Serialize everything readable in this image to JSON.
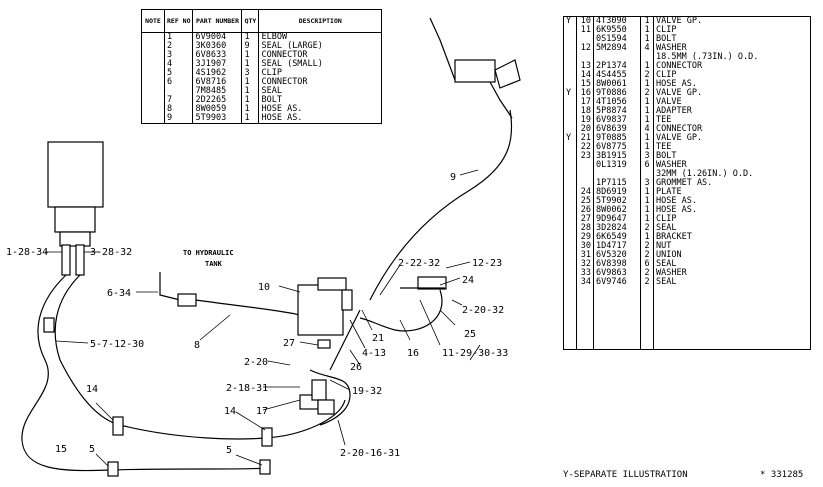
{
  "small_table": {
    "headers": [
      "NOTE",
      "REF NO",
      "PART NUMBER",
      "QTY",
      "DESCRIPTION"
    ],
    "rows": [
      {
        "note": "",
        "ref": "1",
        "part": "6V9004",
        "qty": "1",
        "desc": "ELBOW"
      },
      {
        "note": "",
        "ref": "2",
        "part": "3K0360",
        "qty": "9",
        "desc": "SEAL (LARGE)"
      },
      {
        "note": "",
        "ref": "3",
        "part": "6V8633",
        "qty": "1",
        "desc": "CONNECTOR"
      },
      {
        "note": "",
        "ref": "4",
        "part": "3J1907",
        "qty": "1",
        "desc": "SEAL (SMALL)"
      },
      {
        "note": "",
        "ref": "5",
        "part": "4S1962",
        "qty": "3",
        "desc": "CLIP"
      },
      {
        "note": "",
        "ref": "6",
        "part": "6V8716",
        "qty": "1",
        "desc": "CONNECTOR"
      },
      {
        "note": "",
        "ref": "",
        "part": "7M8485",
        "qty": "1",
        "desc": "SEAL"
      },
      {
        "note": "",
        "ref": "7",
        "part": "2D2265",
        "qty": "1",
        "desc": "BOLT"
      },
      {
        "note": "",
        "ref": "8",
        "part": "8W0059",
        "qty": "1",
        "desc": "HOSE AS."
      },
      {
        "note": "",
        "ref": "9",
        "part": "5T9903",
        "qty": "1",
        "desc": "HOSE AS."
      }
    ]
  },
  "big_table": {
    "rows": [
      {
        "note": "Y",
        "ref": "10",
        "part": "4T3090",
        "qty": "1",
        "desc": "VALVE GP."
      },
      {
        "note": "",
        "ref": "11",
        "part": "6K9550",
        "qty": "1",
        "desc": "CLIP"
      },
      {
        "note": "",
        "ref": "",
        "part": "0S1594",
        "qty": "1",
        "desc": "BOLT"
      },
      {
        "note": "",
        "ref": "12",
        "part": "5M2894",
        "qty": "4",
        "desc": "WASHER"
      },
      {
        "note": "",
        "ref": "",
        "part": "",
        "qty": "",
        "desc": "18.5MM (.73IN.) O.D."
      },
      {
        "note": "",
        "ref": "13",
        "part": "2P1374",
        "qty": "1",
        "desc": "CONNECTOR"
      },
      {
        "note": "",
        "ref": "14",
        "part": "4S4455",
        "qty": "2",
        "desc": "CLIP"
      },
      {
        "note": "",
        "ref": "15",
        "part": "8W0061",
        "qty": "1",
        "desc": "HOSE AS."
      },
      {
        "note": "Y",
        "ref": "16",
        "part": "9T0886",
        "qty": "2",
        "desc": "VALVE GP."
      },
      {
        "note": "",
        "ref": "17",
        "part": "4T1056",
        "qty": "1",
        "desc": "VALVE"
      },
      {
        "note": "",
        "ref": "18",
        "part": "5P8874",
        "qty": "1",
        "desc": "ADAPTER"
      },
      {
        "note": "",
        "ref": "19",
        "part": "6V9837",
        "qty": "1",
        "desc": "TEE"
      },
      {
        "note": "",
        "ref": "20",
        "part": "6V8639",
        "qty": "4",
        "desc": "CONNECTOR"
      },
      {
        "note": "Y",
        "ref": "21",
        "part": "9T0885",
        "qty": "1",
        "desc": "VALVE GP."
      },
      {
        "note": "",
        "ref": "22",
        "part": "6V8775",
        "qty": "1",
        "desc": "TEE"
      },
      {
        "note": "",
        "ref": "23",
        "part": "3B1915",
        "qty": "3",
        "desc": "BOLT"
      },
      {
        "note": "",
        "ref": "",
        "part": "0L1319",
        "qty": "6",
        "desc": "WASHER"
      },
      {
        "note": "",
        "ref": "",
        "part": "",
        "qty": "",
        "desc": "32MM (1.26IN.) O.D."
      },
      {
        "note": "",
        "ref": "",
        "part": "1P7115",
        "qty": "3",
        "desc": "GROMMET AS."
      },
      {
        "note": "",
        "ref": "24",
        "part": "8D6919",
        "qty": "1",
        "desc": "PLATE"
      },
      {
        "note": "",
        "ref": "25",
        "part": "5T9902",
        "qty": "1",
        "desc": "HOSE AS."
      },
      {
        "note": "",
        "ref": "26",
        "part": "8W0062",
        "qty": "1",
        "desc": "HOSE AS."
      },
      {
        "note": "",
        "ref": "27",
        "part": "9D9647",
        "qty": "1",
        "desc": "CLIP"
      },
      {
        "note": "",
        "ref": "28",
        "part": "3D2824",
        "qty": "2",
        "desc": "SEAL"
      },
      {
        "note": "",
        "ref": "29",
        "part": "6K6549",
        "qty": "1",
        "desc": "BRACKET"
      },
      {
        "note": "",
        "ref": "30",
        "part": "1D4717",
        "qty": "2",
        "desc": "NUT"
      },
      {
        "note": "",
        "ref": "31",
        "part": "6V5320",
        "qty": "2",
        "desc": "UNION"
      },
      {
        "note": "",
        "ref": "32",
        "part": "6V8398",
        "qty": "6",
        "desc": "SEAL"
      },
      {
        "note": "",
        "ref": "33",
        "part": "6V9863",
        "qty": "2",
        "desc": "WASHER"
      },
      {
        "note": "",
        "ref": "34",
        "part": "6V9746",
        "qty": "2",
        "desc": "SEAL"
      }
    ]
  },
  "footer": {
    "note": "Y-SEPARATE ILLUSTRATION",
    "id": "* 331285"
  },
  "tank_label": [
    "TO HYDRAULIC",
    "TANK"
  ],
  "callouts": [
    "1-28-34",
    "3-28-32",
    "6-34",
    "5-7-12-30",
    "8",
    "10",
    "9",
    "2-22-32",
    "12-23",
    "24",
    "2-20-32",
    "25",
    "11-29-30-33",
    "16",
    "4-13",
    "21",
    "27",
    "26",
    "2-20",
    "19-32",
    "2-18-31",
    "17",
    "14",
    "14",
    "15",
    "5",
    "5",
    "2-20-16-31"
  ]
}
